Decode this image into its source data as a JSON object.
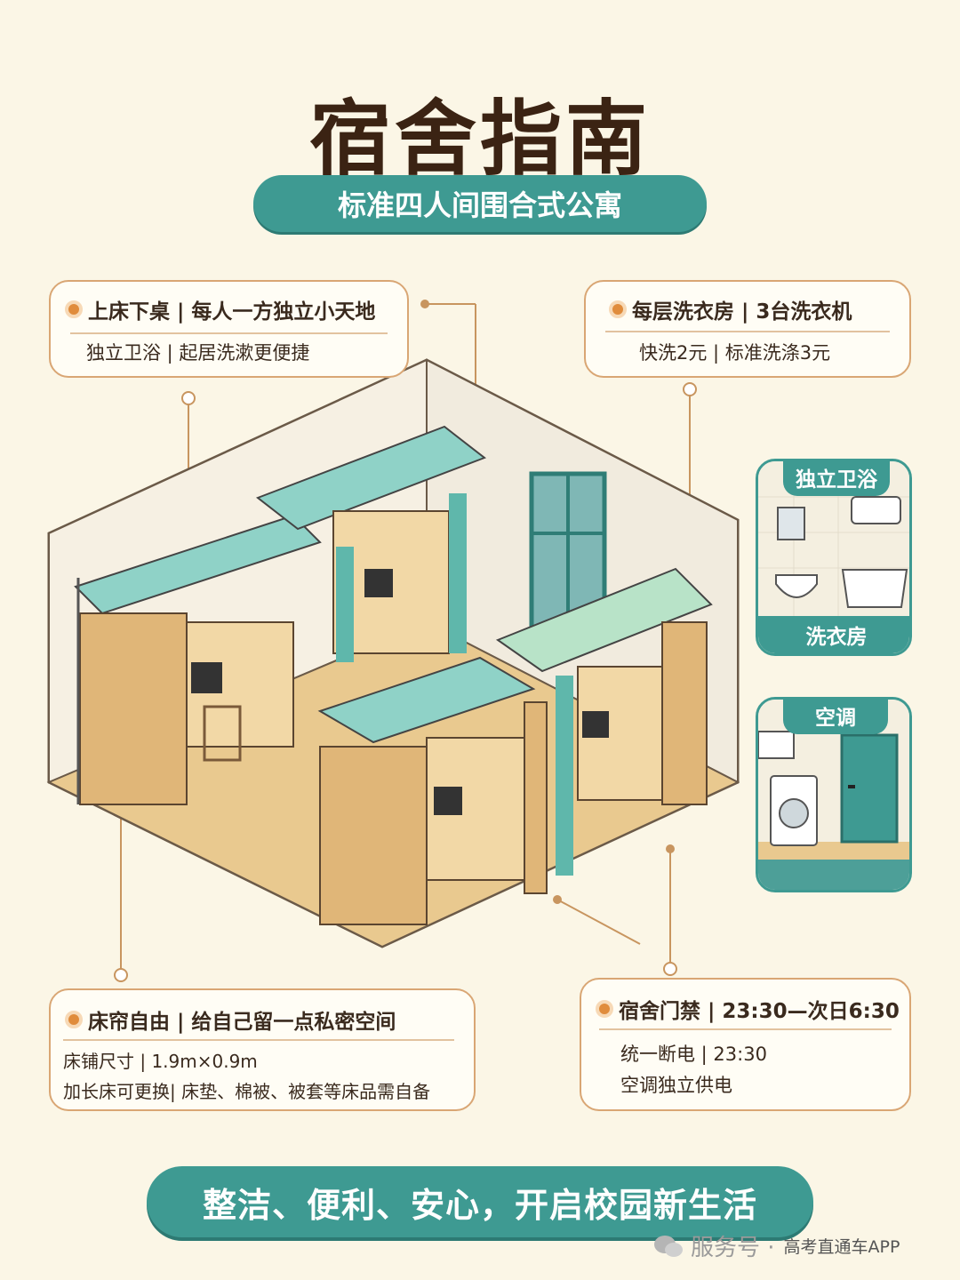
{
  "title": "宿舍指南",
  "subtitle": "标准四人间围合式公寓",
  "cards": {
    "top_left": {
      "heading": "上床下桌 | 每人一方独立小天地",
      "lines": [
        "独立卫浴 | 起居洗漱更便捷"
      ]
    },
    "top_right": {
      "heading": "每层洗衣房 | 3台洗衣机",
      "lines": [
        "快洗2元 | 标准洗涤3元"
      ]
    },
    "bottom_left": {
      "heading": "床帘自由 | 给自己留一点私密空间",
      "lines": [
        "床铺尺寸 | 1.9m×0.9m",
        "加长床可更换| 床垫、棉被、被套等床品需自备"
      ]
    },
    "bottom_right": {
      "heading": "宿舍门禁 | 23:30—次日6:30",
      "lines": [
        "统一断电 | 23:30",
        "空调独立供电"
      ]
    }
  },
  "insets": {
    "bathroom": {
      "top_label": "独立卫浴",
      "bottom_label": "洗衣房"
    },
    "ac": {
      "top_label": "空调"
    }
  },
  "slogan": "整洁、便利、安心，开启校园新生活",
  "watermark": {
    "service": "服务号 ·",
    "app": "高考直通车APP"
  },
  "colors": {
    "teal": "#3e9a92",
    "accent": "#e08c3c",
    "border": "#d9a674",
    "background": "#fbf6e6",
    "title": "#3b2313"
  },
  "icons": [
    "wechat-icon",
    "bunk-bed-illustration",
    "sink-icon",
    "bathtub-icon",
    "water-heater-icon",
    "washing-machine-icon",
    "air-conditioner-icon",
    "door-icon"
  ]
}
